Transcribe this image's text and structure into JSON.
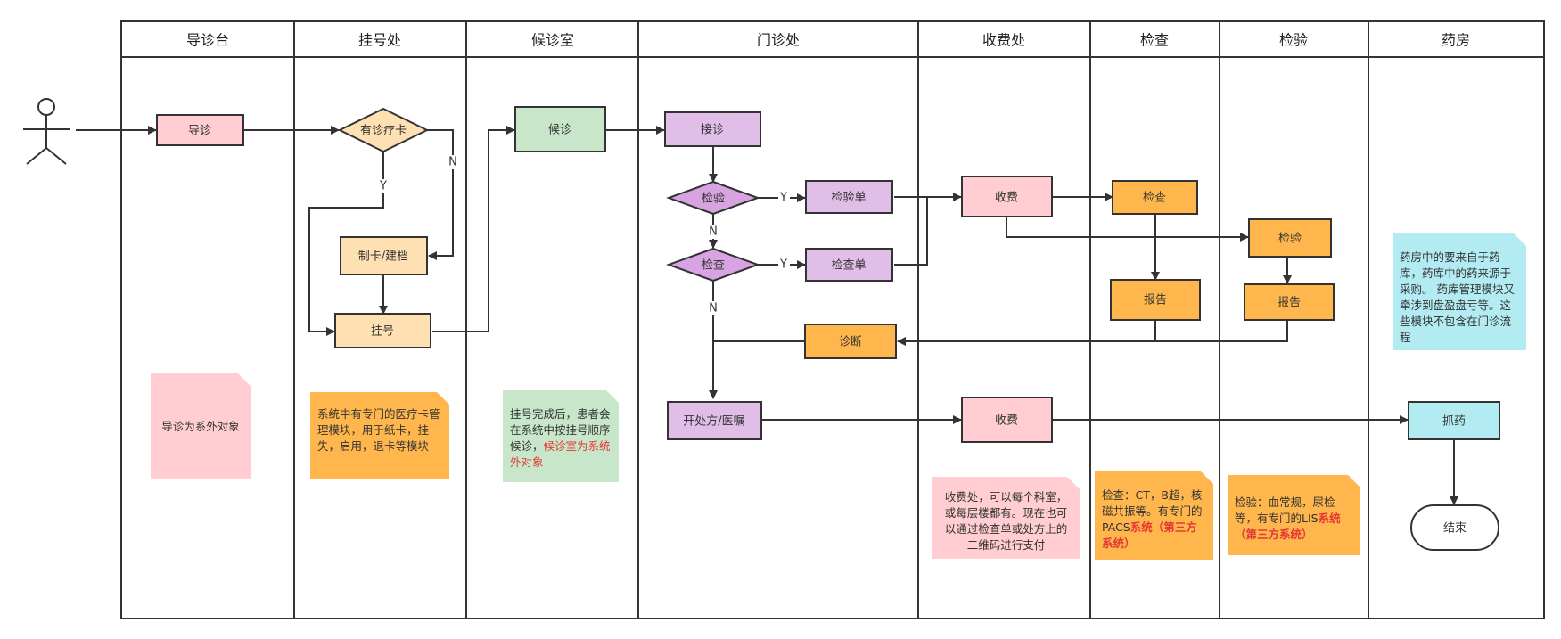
{
  "lanes": [
    "导诊台",
    "挂号处",
    "候诊室",
    "门诊处",
    "收费处",
    "检查",
    "检验",
    "药房"
  ],
  "nodes": {
    "guide": "导诊",
    "has_card": "有诊疗卡",
    "make_card": "制卡/建档",
    "register": "挂号",
    "wait": "候诊",
    "reception": "接诊",
    "lab_decision": "检验",
    "lab_order": "检验单",
    "exam_decision": "检查",
    "exam_order": "检查单",
    "charge1": "收费",
    "exam": "检查",
    "lab": "检验",
    "exam_report": "报告",
    "lab_report": "报告",
    "diagnosis": "诊断",
    "prescribe": "开处方/医嘱",
    "charge2": "收费",
    "dispense": "抓药",
    "end": "结束"
  },
  "edge_labels": {
    "card_no": "N",
    "card_yes": "Y",
    "lab_yes": "Y",
    "lab_no": "N",
    "exam_yes": "Y",
    "exam_no": "N"
  },
  "notes": {
    "guide": "导诊为系外对象",
    "register": "系统中有专门的医疗卡管理模块，用于纸卡，挂失，启用，退卡等模块",
    "wait_plain": "挂号完成后，患者会在系统中按挂号顺序候诊，",
    "wait_red": "候诊室为系统外对象",
    "charge": "收费处，可以每个科室，或每层楼都有。现在也可以通过检查单或处方上的二维码进行支付",
    "exam_plain": "检查：CT，B超，核磁共振等。有专门的PACS",
    "exam_red": "系统（第三方系统）",
    "lab_plain": "检验：血常规，尿检等，有专门的LIS",
    "lab_red": "系统（第三方系统）",
    "pharmacy": "药房中的要来自于药库，药库中的药来源于采购。 药库管理模块又牵涉到盘盈盘亏等。这些模块不包含在门诊流程"
  },
  "colors": {
    "pink": "#ffcdd2",
    "peach": "#ffe0b2",
    "green": "#c8e6c9",
    "lilac": "#e1bee7",
    "orange": "#ffb74d",
    "cyan": "#b2ebf2",
    "border": "#333333"
  }
}
